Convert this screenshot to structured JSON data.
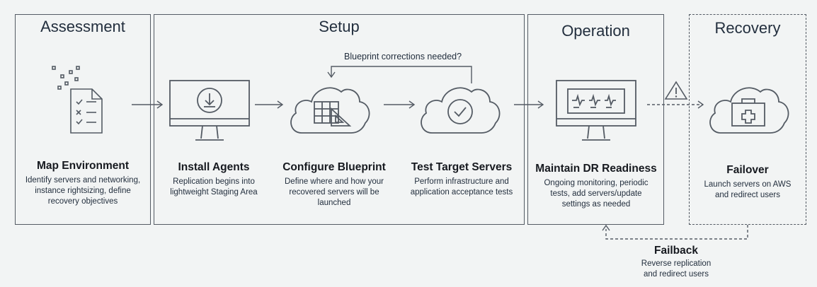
{
  "phases": {
    "assessment": "Assessment",
    "setup": "Setup",
    "operation": "Operation",
    "recovery": "Recovery"
  },
  "steps": {
    "map": {
      "title": "Map Environment",
      "desc": [
        "Identify servers and networking,",
        "instance rightsizing, define",
        "recovery objectives"
      ]
    },
    "install": {
      "title": "Install Agents",
      "desc": [
        "Replication begins into",
        "lightweight Staging Area"
      ]
    },
    "configure": {
      "title": "Configure Blueprint",
      "desc": [
        "Define where and how your",
        "recovered servers will be",
        "launched"
      ]
    },
    "test": {
      "title": "Test Target Servers",
      "desc": [
        "Perform infrastructure and",
        "application acceptance tests"
      ]
    },
    "maintain": {
      "title": "Maintain DR Readiness",
      "desc": [
        "Ongoing monitoring, periodic",
        "tests, add servers/update",
        "settings as needed"
      ]
    },
    "failover": {
      "title": "Failover",
      "desc": [
        "Launch servers on AWS",
        "and redirect users"
      ]
    },
    "failback": {
      "title": "Failback",
      "desc": [
        "Reverse replication",
        "and redirect users"
      ]
    }
  },
  "loop_label": "Blueprint corrections needed?",
  "colors": {
    "line": "#545b64",
    "text": "#232f3e",
    "background": "#f2f4f4"
  }
}
